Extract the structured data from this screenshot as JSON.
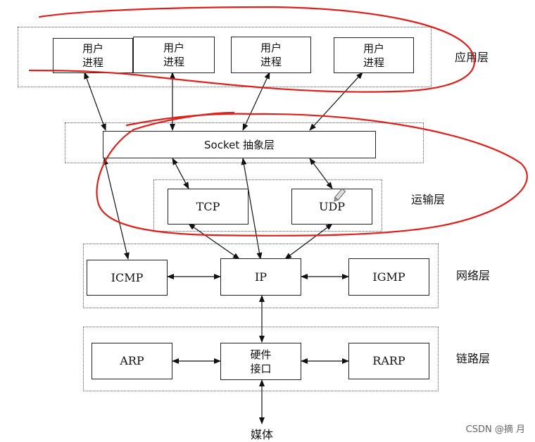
{
  "layers": {
    "application": "应用层",
    "transport": "运输层",
    "network": "网络层",
    "link": "链路层"
  },
  "nodes": {
    "user_process_1": "用户\n进程",
    "user_process_2": "用户\n进程",
    "user_process_3": "用户\n进程",
    "user_process_4": "用户\n进程",
    "socket": "Socket 抽象层",
    "tcp": "TCP",
    "udp": "UDP",
    "icmp": "ICMP",
    "ip": "IP",
    "igmp": "IGMP",
    "arp": "ARP",
    "hardware_interface": "硬件\n接口",
    "rarp": "RARP",
    "medium": "媒体"
  },
  "watermark": "CSDN @摘 月",
  "colors": {
    "annotation": "#e0201b",
    "line": "#111111"
  }
}
